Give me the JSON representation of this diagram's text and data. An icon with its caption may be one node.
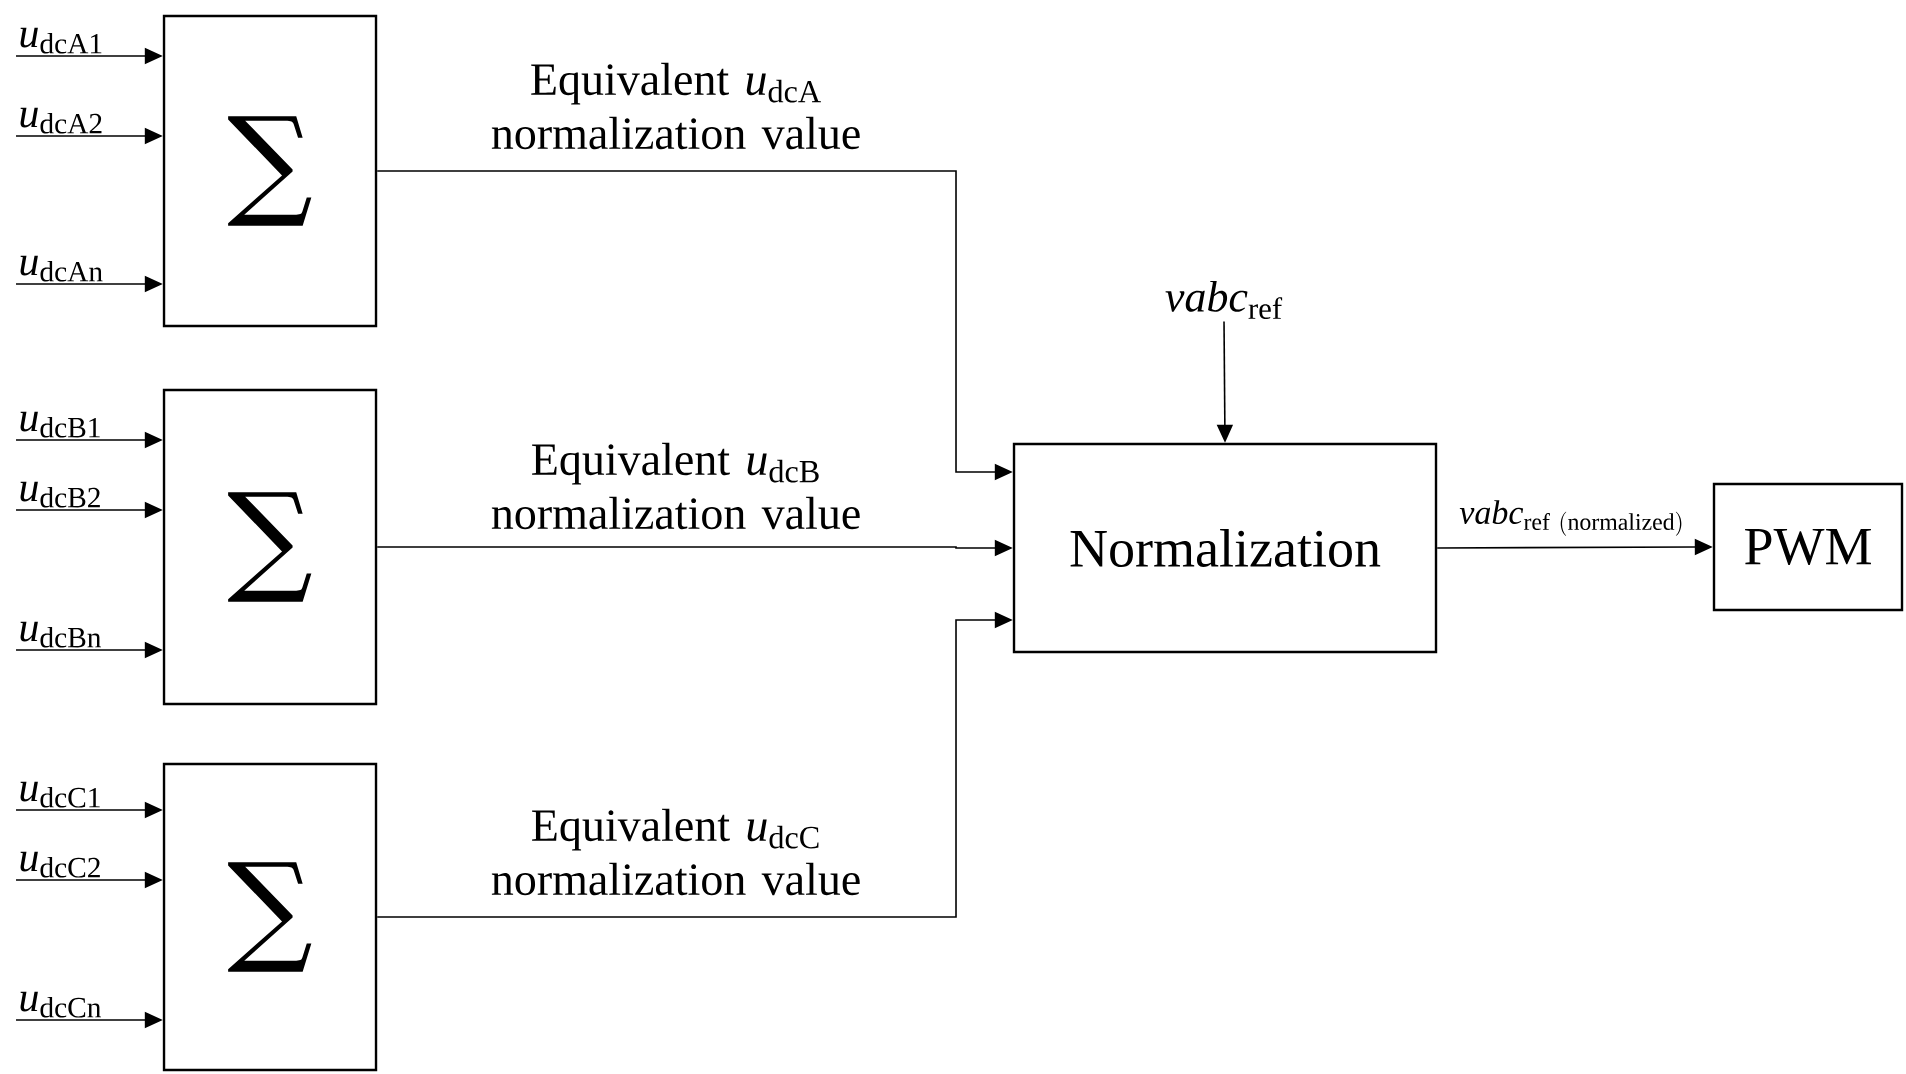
{
  "diagram": {
    "nodes": [
      {
        "text": [
          "*u*$_{dcA1}$"
        ]
      },
      {
        "text": [
          "*u*$_{dcA2}$"
        ]
      },
      {
        "text": [
          "*u*$_{dcAn}$"
        ]
      },
      {
        "text": [
          "∑"
        ]
      },
      {
        "text": [
          "*u*$_{dcB1}$"
        ]
      },
      {
        "text": [
          "*u*$_{dcB2}$"
        ]
      },
      {
        "text": [
          "*u*$_{dcBn}$"
        ]
      },
      {
        "text": [
          "∑"
        ]
      },
      {
        "text": [
          "*u*$_{dcC1}$"
        ]
      },
      {
        "text": [
          "*u*$_{dcC2}$"
        ]
      },
      {
        "text": [
          "*u*$_{dcCn}$"
        ]
      },
      {
        "text": [
          "∑"
        ]
      },
      {
        "text": [
          "*vabc*$_{ref}$"
        ]
      },
      {
        "text": [
          "Normalization"
        ]
      },
      {
        "text": [
          "PWM"
        ]
      }
    ],
    "edges": [
      {
        "from": 0,
        "to": 3,
        "arrow": "to"
      },
      {
        "from": 1,
        "to": 3,
        "arrow": "to"
      },
      {
        "from": 2,
        "to": 3,
        "arrow": "to"
      },
      {
        "from": 4,
        "to": 7,
        "arrow": "to"
      },
      {
        "from": 5,
        "to": 7,
        "arrow": "to"
      },
      {
        "from": 6,
        "to": 7,
        "arrow": "to"
      },
      {
        "from": 8,
        "to": 11,
        "arrow": "to"
      },
      {
        "from": 9,
        "to": 11,
        "arrow": "to"
      },
      {
        "from": 10,
        "to": 11,
        "arrow": "to"
      },
      {
        "from": 3,
        "to": 13,
        "arrow": "to",
        "label": "Equivalent *u*$_{dcA}$ normalization value"
      },
      {
        "from": 7,
        "to": 13,
        "arrow": "to",
        "label": "Equivalent *u*$_{dcB}$ normalization value"
      },
      {
        "from": 11,
        "to": 13,
        "arrow": "to",
        "label": "Equivalent *u*$_{dcC}$ normalization value"
      },
      {
        "from": 12,
        "to": 13,
        "arrow": "to"
      },
      {
        "from": 13,
        "to": 14,
        "arrow": "to",
        "label": "\\mathit{vabc}_{\\mathrm{ref\\ (normalized)}}"
      }
    ]
  }
}
